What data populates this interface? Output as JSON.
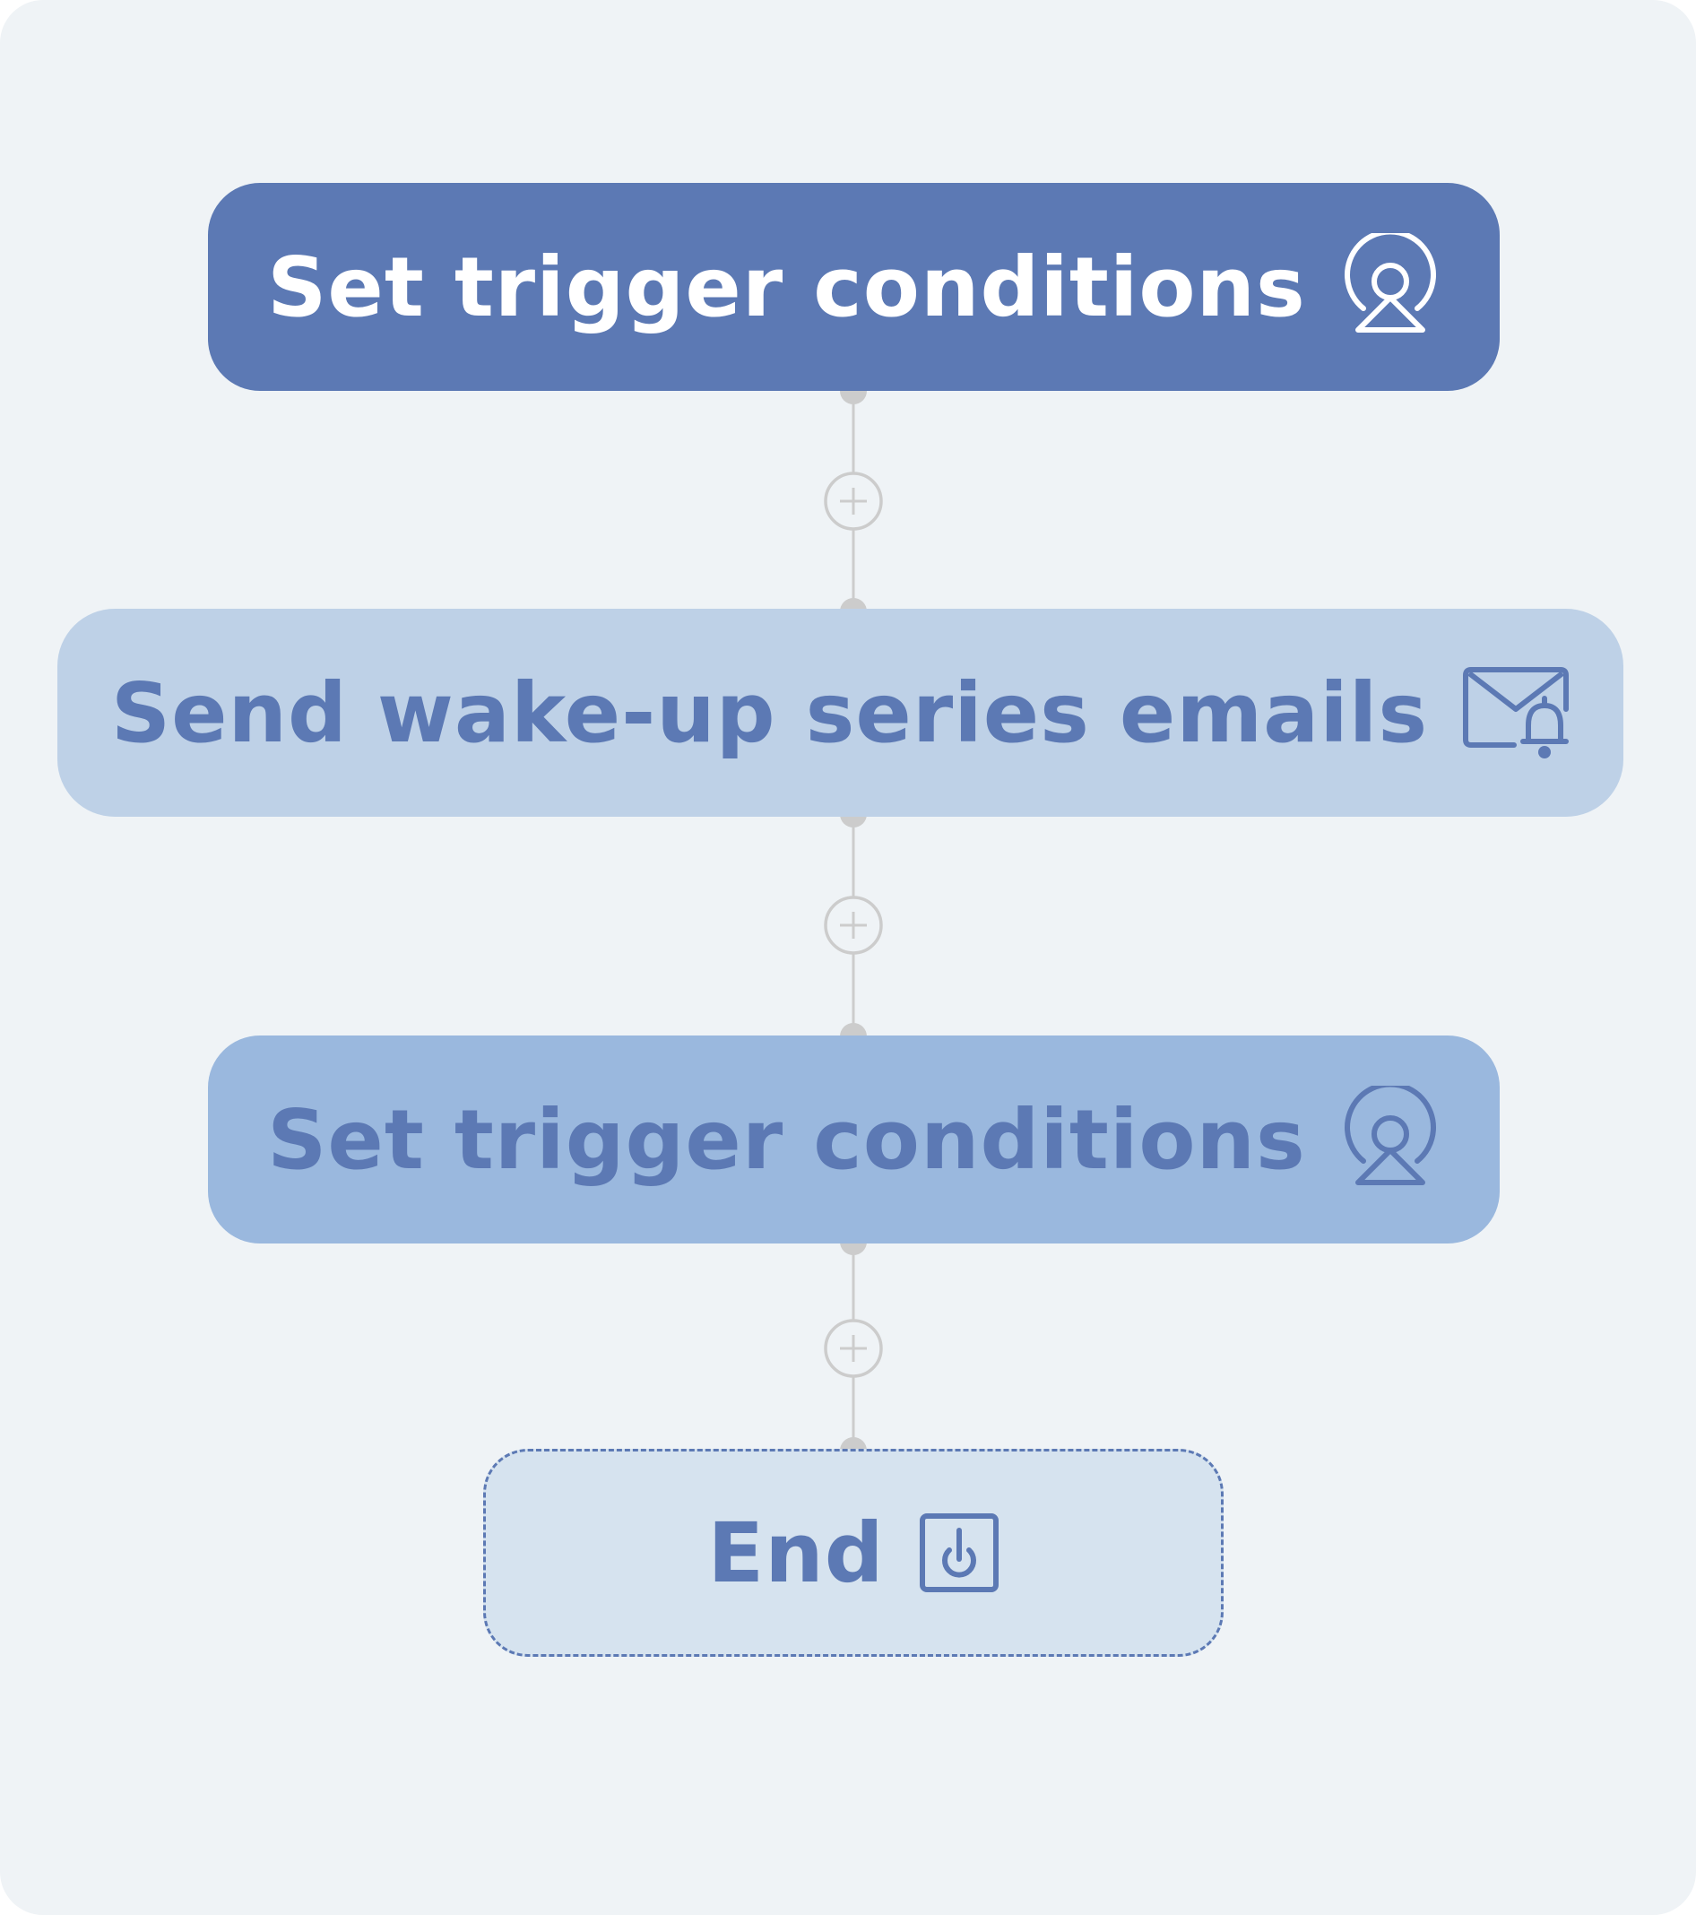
{
  "colors": {
    "background": "#eff3f6",
    "primary": "#5c79b4",
    "node_light": "#bed1e7",
    "node_mid": "#9ab8de",
    "node_end": "#d6e3ef",
    "connector": "#cccccc"
  },
  "flow": {
    "nodes": [
      {
        "label": "Set trigger conditions",
        "icon": "trigger-icon"
      },
      {
        "label": "Send wake-up series emails",
        "icon": "email-bell-icon"
      },
      {
        "label": "Set trigger conditions",
        "icon": "trigger-icon"
      },
      {
        "label": "End",
        "icon": "power-icon"
      }
    ],
    "add_step_icon": "plus-circle-icon"
  }
}
